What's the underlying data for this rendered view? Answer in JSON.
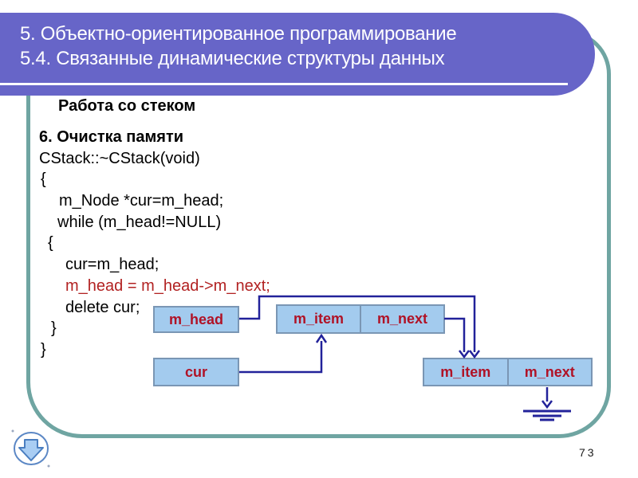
{
  "header": {
    "line1": "5. Объектно-ориентированное программирование",
    "line2": "5.4. Связанные динамические структуры данных"
  },
  "subtitle": "Работа со стеком",
  "code": {
    "lines": [
      {
        "text": "6. Очистка памяти",
        "indent": 0,
        "bold": true
      },
      {
        "text": "CStack::~CStack(void)",
        "indent": 0
      },
      {
        "text": "{",
        "indent": 2
      },
      {
        "text": "m_Node *cur=m_head;",
        "indent": 25
      },
      {
        "text": "while (m_head!=NULL)",
        "indent": 23
      },
      {
        "text": "{",
        "indent": 11
      },
      {
        "text": "cur=m_head;",
        "indent": 33
      },
      {
        "text": "m_head = m_head->m_next;",
        "indent": 33,
        "red": true
      },
      {
        "text": "delete cur;",
        "indent": 33
      },
      {
        "text": "}",
        "indent": 15
      },
      {
        "text": "}",
        "indent": 2
      }
    ]
  },
  "diagram": {
    "m_head_label": "m_head",
    "cur_label": "cur",
    "node1": {
      "item": "m_item",
      "next": "m_next"
    },
    "node2": {
      "item": "m_item",
      "next": "m_next"
    },
    "null_symbol": "ground-null"
  },
  "nav": {
    "down_arrow_icon": "down-arrow"
  },
  "page_number": "73",
  "colors": {
    "header_purple": "#6765C8",
    "frame_teal": "#6FA5A2",
    "box_fill": "#A3CBEE",
    "box_border": "#7A96B4",
    "box_label_red": "#B01226",
    "code_red": "#B22222",
    "arrow_navy": "#22229A"
  }
}
